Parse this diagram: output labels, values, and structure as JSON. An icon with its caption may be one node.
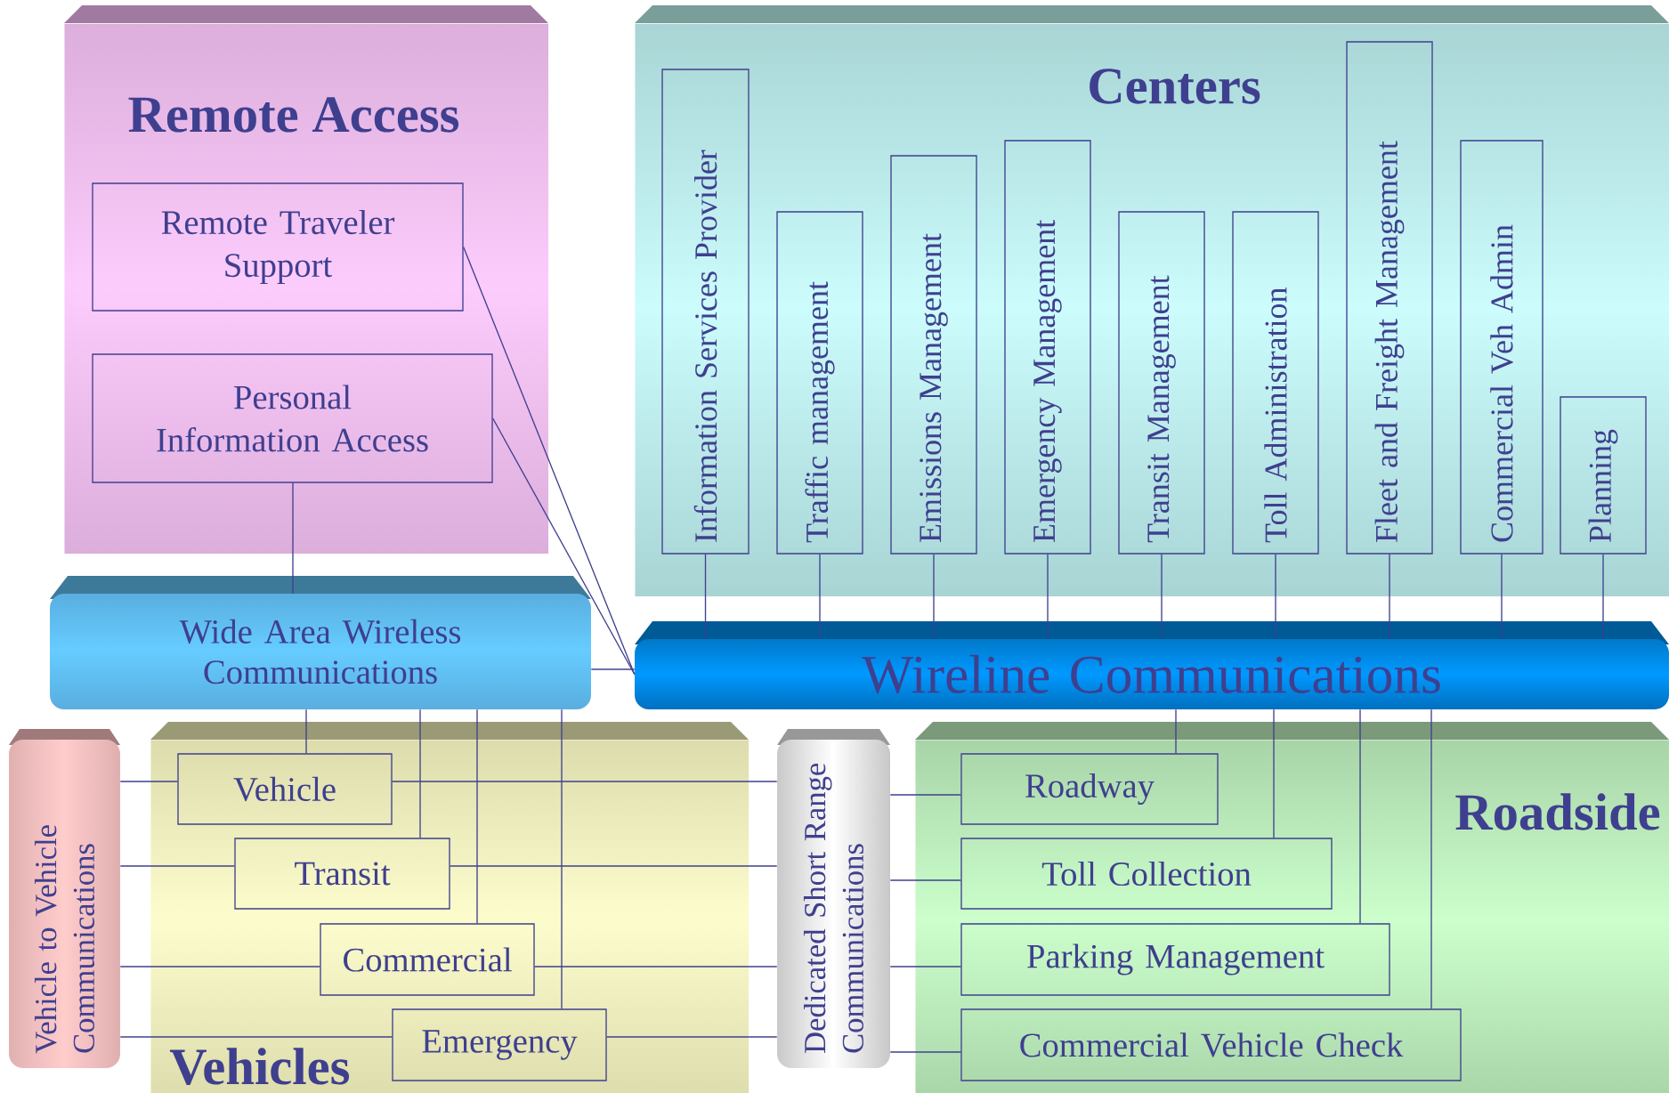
{
  "diagram": {
    "nodes": [
      {
        "text": [
          "Remote Access"
        ]
      },
      {
        "text": [
          "Remote Traveler Support"
        ],
        "in": 0
      },
      {
        "text": [
          "Personal Information Access"
        ],
        "in": 0
      },
      {
        "text": [
          "Centers"
        ]
      },
      {
        "text": [
          "Information Services Provider"
        ],
        "in": 3
      },
      {
        "text": [
          "Traffic management"
        ],
        "in": 3
      },
      {
        "text": [
          "Emissions Management"
        ],
        "in": 3
      },
      {
        "text": [
          "Emergency Management"
        ],
        "in": 3
      },
      {
        "text": [
          "Transit Management"
        ],
        "in": 3
      },
      {
        "text": [
          "Toll Administration"
        ],
        "in": 3
      },
      {
        "text": [
          "Fleet and Freight Management"
        ],
        "in": 3
      },
      {
        "text": [
          "Commercial Veh Admin"
        ],
        "in": 3
      },
      {
        "text": [
          "Planning"
        ],
        "in": 3
      },
      {
        "text": [
          "Wide Area Wireless Communications"
        ]
      },
      {
        "text": [
          "Wireline Communications"
        ]
      },
      {
        "text": [
          "Vehicle to Vehicle Communications"
        ]
      },
      {
        "text": [
          "Vehicles"
        ]
      },
      {
        "text": [
          "Vehicle"
        ],
        "in": 16
      },
      {
        "text": [
          "Transit"
        ],
        "in": 16
      },
      {
        "text": [
          "Commercial"
        ],
        "in": 16
      },
      {
        "text": [
          "Emergency"
        ],
        "in": 16
      },
      {
        "text": [
          "Dedicated Short Range Communications"
        ]
      },
      {
        "text": [
          "Roadside"
        ]
      },
      {
        "text": [
          "Roadway"
        ],
        "in": 22
      },
      {
        "text": [
          "Toll Collection"
        ],
        "in": 22
      },
      {
        "text": [
          "Parking Management"
        ],
        "in": 22
      },
      {
        "text": [
          "Commercial Vehicle Check"
        ],
        "in": 22
      }
    ],
    "edges": [
      {
        "from": 1,
        "to": 14,
        "arrow": "none"
      },
      {
        "from": 2,
        "to": 14,
        "arrow": "none"
      },
      {
        "from": 2,
        "to": 13,
        "arrow": "none"
      },
      {
        "from": 13,
        "to": 14,
        "arrow": "none"
      },
      {
        "from": 4,
        "to": 14,
        "arrow": "none"
      },
      {
        "from": 5,
        "to": 14,
        "arrow": "none"
      },
      {
        "from": 6,
        "to": 14,
        "arrow": "none"
      },
      {
        "from": 7,
        "to": 14,
        "arrow": "none"
      },
      {
        "from": 8,
        "to": 14,
        "arrow": "none"
      },
      {
        "from": 9,
        "to": 14,
        "arrow": "none"
      },
      {
        "from": 10,
        "to": 14,
        "arrow": "none"
      },
      {
        "from": 11,
        "to": 14,
        "arrow": "none"
      },
      {
        "from": 12,
        "to": 14,
        "arrow": "none"
      },
      {
        "from": 13,
        "to": 17,
        "arrow": "none"
      },
      {
        "from": 13,
        "to": 18,
        "arrow": "none"
      },
      {
        "from": 13,
        "to": 19,
        "arrow": "none"
      },
      {
        "from": 13,
        "to": 20,
        "arrow": "none"
      },
      {
        "from": 15,
        "to": 17,
        "arrow": "none"
      },
      {
        "from": 15,
        "to": 18,
        "arrow": "none"
      },
      {
        "from": 15,
        "to": 19,
        "arrow": "none"
      },
      {
        "from": 15,
        "to": 20,
        "arrow": "none"
      },
      {
        "from": 17,
        "to": 21,
        "arrow": "none"
      },
      {
        "from": 18,
        "to": 21,
        "arrow": "none"
      },
      {
        "from": 19,
        "to": 21,
        "arrow": "none"
      },
      {
        "from": 20,
        "to": 21,
        "arrow": "none"
      },
      {
        "from": 21,
        "to": 23,
        "arrow": "none"
      },
      {
        "from": 21,
        "to": 24,
        "arrow": "none"
      },
      {
        "from": 21,
        "to": 25,
        "arrow": "none"
      },
      {
        "from": 21,
        "to": 26,
        "arrow": "none"
      },
      {
        "from": 14,
        "to": 23,
        "arrow": "none"
      },
      {
        "from": 14,
        "to": 24,
        "arrow": "none"
      },
      {
        "from": 14,
        "to": 25,
        "arrow": "none"
      },
      {
        "from": 14,
        "to": 26,
        "arrow": "none"
      }
    ]
  }
}
